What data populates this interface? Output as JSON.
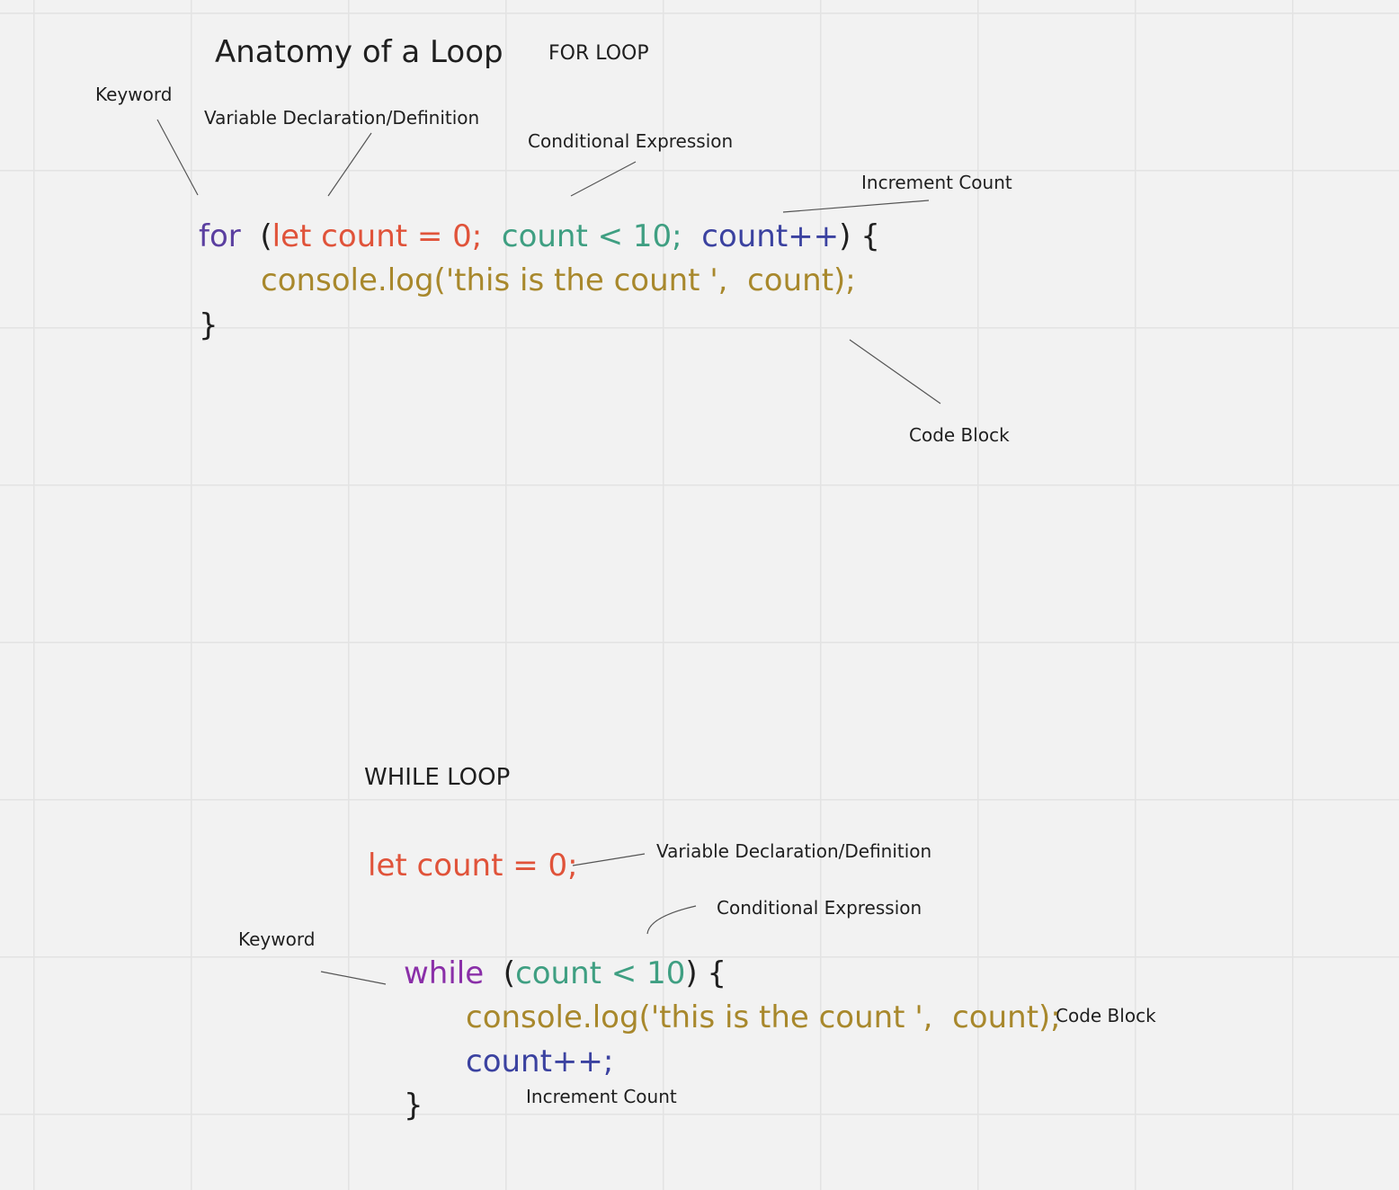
{
  "title": "Anatomy of a Loop",
  "colors": {
    "keyword_for": "#5b3fa0",
    "keyword_while": "#8a2fa8",
    "variable": "#e0533a",
    "condition": "#3f9f82",
    "increment": "#3b42a0",
    "body": "#a8882c",
    "punctuation": "#1f1f1f"
  },
  "for_loop": {
    "heading": "FOR LOOP",
    "code": {
      "keyword": "for",
      "open_paren": "(",
      "init": "let count = 0;",
      "condition": "count < 10;",
      "increment": "count++",
      "close_brace_open": ") {",
      "body": "console.log('this is the count ',  count);",
      "close": "}"
    },
    "labels": {
      "keyword": "Keyword",
      "variable": "Variable Declaration/Definition",
      "condition": "Conditional Expression",
      "increment": "Increment Count",
      "code_block": "Code Block"
    }
  },
  "while_loop": {
    "heading": "WHILE LOOP",
    "code": {
      "init": "let count = 0;",
      "keyword": "while",
      "open_paren": "(",
      "condition": "count < 10",
      "close_brace_open": ") {",
      "body": "console.log('this is the count ',  count);",
      "increment": "count++;",
      "close": "}"
    },
    "labels": {
      "variable": "Variable Declaration/Definition",
      "condition": "Conditional Expression",
      "keyword": "Keyword",
      "code_block": "Code Block",
      "increment": "Increment Count"
    }
  }
}
